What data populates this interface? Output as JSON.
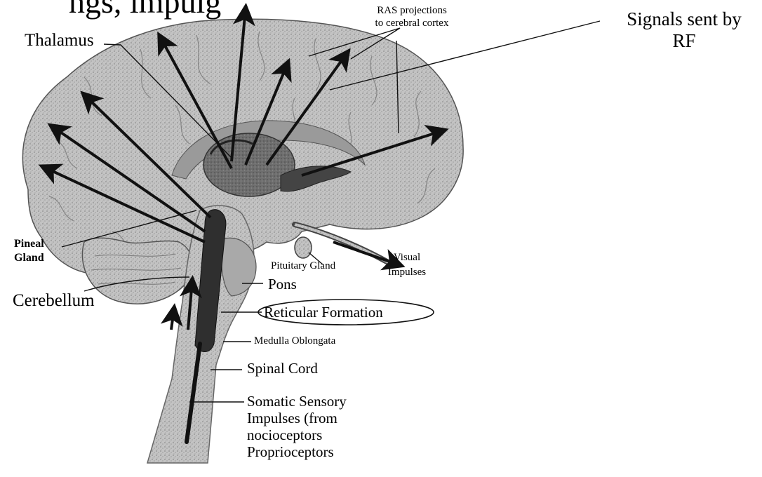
{
  "title_fragment": "ngs, impulg",
  "labels": {
    "thalamus": "Thalamus",
    "ras_projections_line1": "RAS projections",
    "ras_projections_line2": "to cerebral cortex",
    "signals_line1": "Signals sent by",
    "signals_line2": "RF",
    "pineal_line1": "Pineal",
    "pineal_line2": "Gland",
    "cerebellum": "Cerebellum",
    "pituitary": "Pituitary Gland",
    "visual_line1": "Visual",
    "visual_line2": "Impulses",
    "pons": "Pons",
    "reticular_formation": "Reticular Formation",
    "medulla": "Medulla Oblongata",
    "spinal_cord": "Spinal Cord",
    "somatic_line1": "Somatic Sensory",
    "somatic_line2": "Impulses (from",
    "somatic_line3": "nocioceptors",
    "somatic_line4": "Proprioceptors"
  },
  "colors": {
    "brain_fill": "#bdbdbd",
    "brain_texture": "#9a9a9a",
    "dark_structure": "#3a3a3a",
    "arrow": "#111111"
  }
}
